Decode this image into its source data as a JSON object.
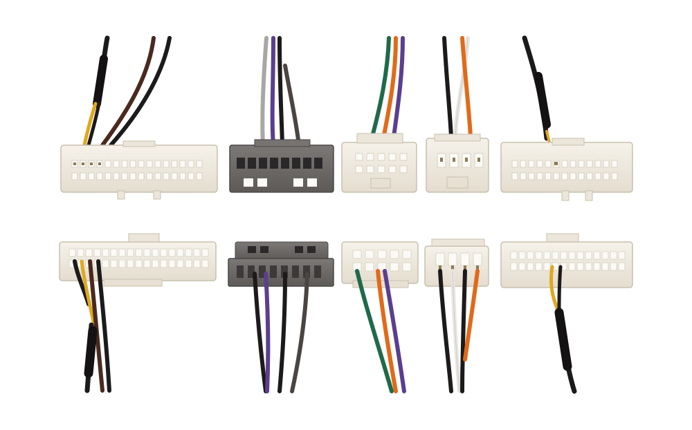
{
  "palette": {
    "background": "#ffffff",
    "housing_cream": "#f1ece1",
    "housing_cream_shade": "#dcd5c6",
    "housing_cream_edge": "#c8c0ae",
    "housing_gray": "#6e6b69",
    "housing_gray_edge": "#4a4746",
    "cavity": "#fbfaf6",
    "cavity_dark": "#2a2828",
    "pin": "#8a7a55",
    "wire_black": "#1c1a1a",
    "wire_brown": "#4a2a1e",
    "wire_yellow": "#e0a820",
    "wire_gray": "#a9a6a6",
    "wire_white": "#e8e6e2",
    "wire_purple": "#5a3f8e",
    "wire_green": "#1f6a4a",
    "wire_orange": "#e06a1a",
    "wire_darkgray": "#4a4542",
    "tape": "#141212"
  },
  "connectors": [
    {
      "id": "top-large-cream-24pin",
      "color": "cream",
      "wires": [
        "black",
        "yellow",
        "brown",
        "black"
      ]
    },
    {
      "id": "top-gray-12pin",
      "color": "gray",
      "wires": [
        "gray",
        "purple",
        "black",
        "darkgray"
      ]
    },
    {
      "id": "top-small-cream-10pin",
      "color": "cream",
      "wires": [
        "green",
        "orange",
        "purple"
      ]
    },
    {
      "id": "top-small-cream-4pin",
      "color": "cream",
      "wires": [
        "black",
        "white",
        "orange"
      ]
    },
    {
      "id": "top-large-cream-right",
      "color": "cream",
      "wires": [
        "black"
      ]
    },
    {
      "id": "bottom-large-cream-24pin",
      "color": "cream",
      "wires": [
        "black",
        "yellow",
        "brown",
        "black"
      ]
    },
    {
      "id": "bottom-gray-12pin",
      "color": "gray",
      "wires": [
        "black",
        "purple",
        "black",
        "darkgray"
      ]
    },
    {
      "id": "bottom-small-cream-10pin",
      "color": "cream",
      "wires": [
        "green",
        "orange",
        "purple"
      ]
    },
    {
      "id": "bottom-small-cream-4pin",
      "color": "cream",
      "wires": [
        "black",
        "white",
        "black",
        "orange"
      ]
    },
    {
      "id": "bottom-large-cream-right",
      "color": "cream",
      "wires": [
        "yellow",
        "black"
      ]
    }
  ]
}
